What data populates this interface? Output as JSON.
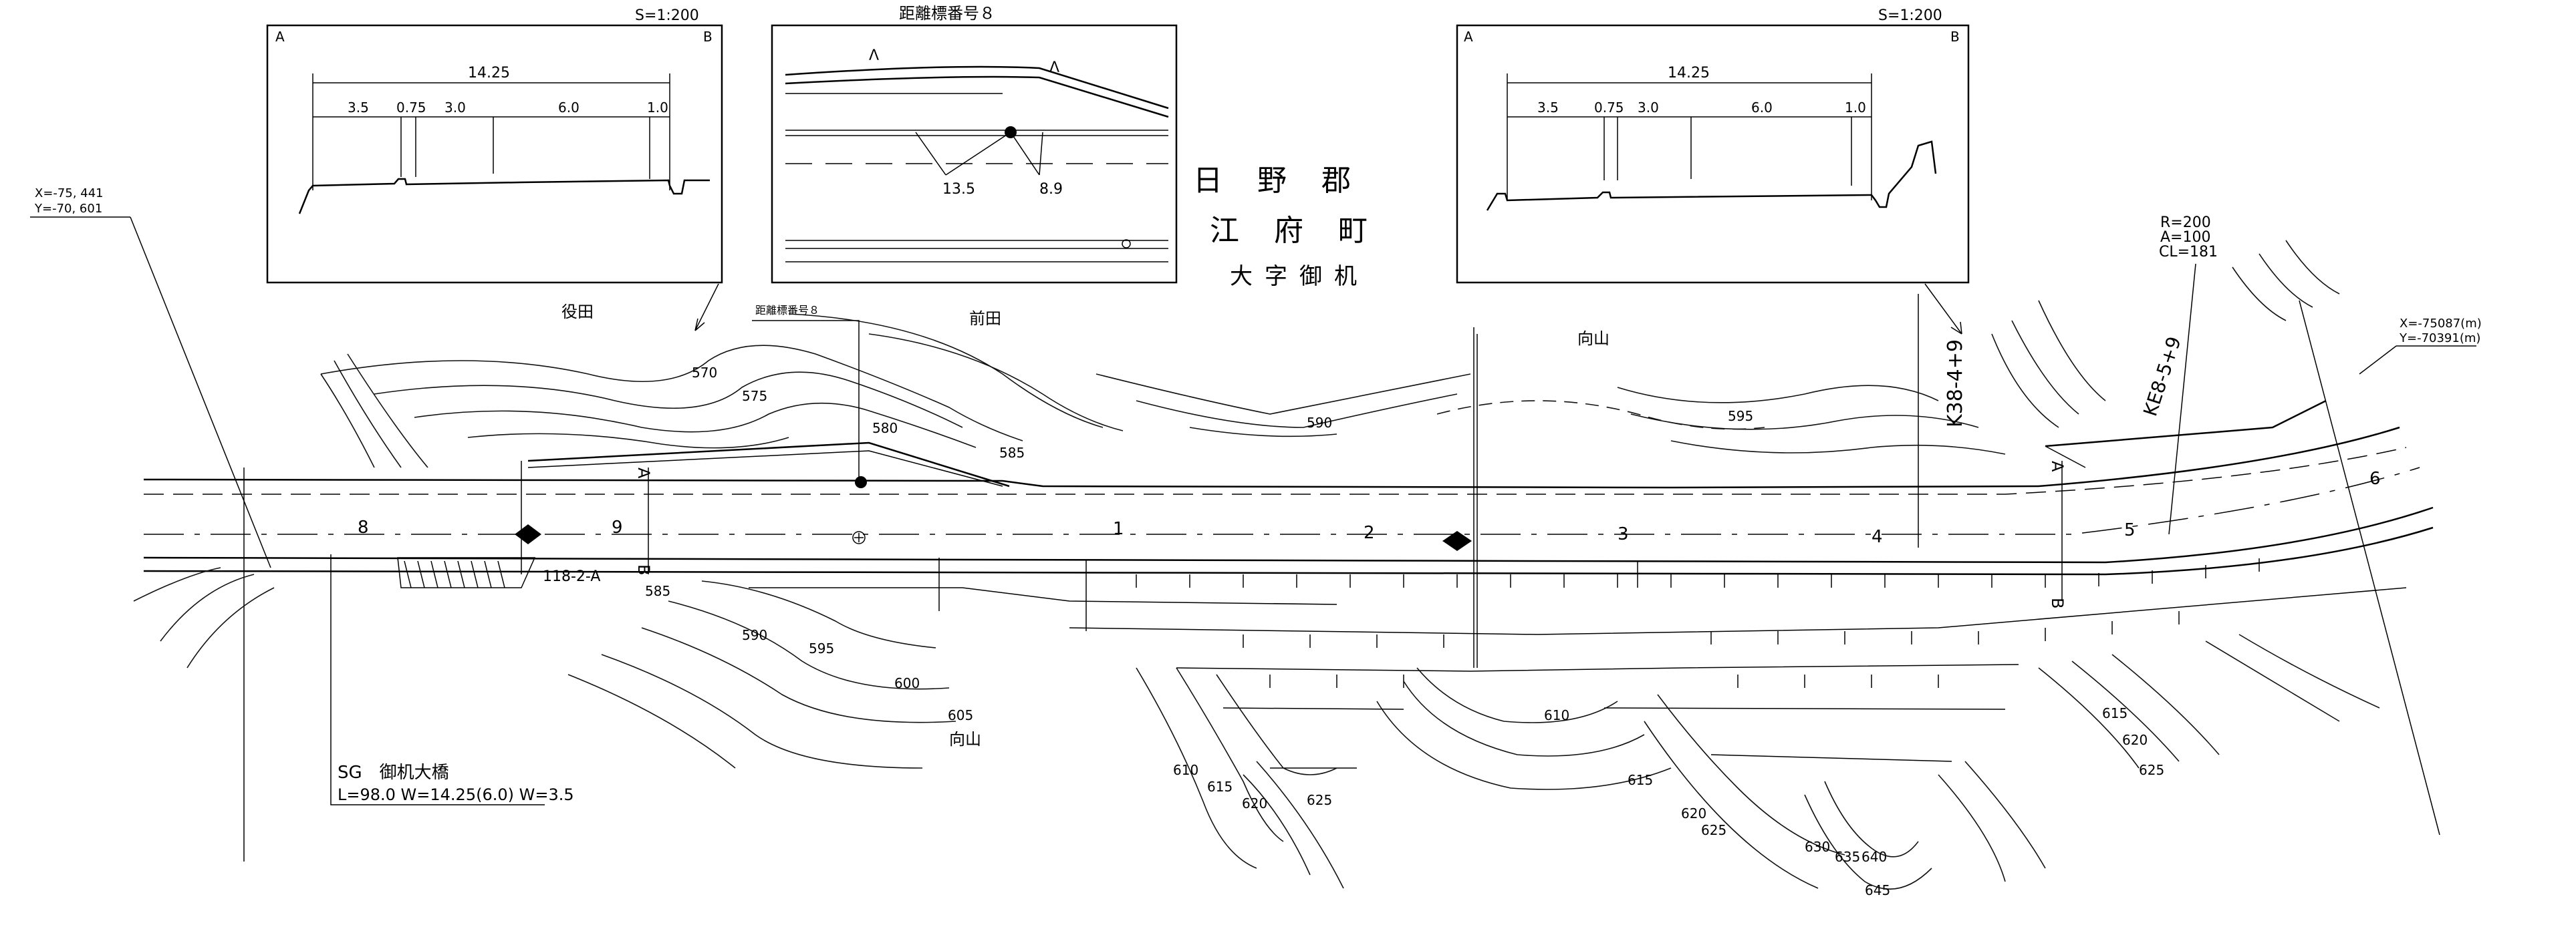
{
  "place": {
    "district": "日　野　郡",
    "town": "江　府　町",
    "aza": "大字御机"
  },
  "coords_left": {
    "x": "X=-75, 441",
    "y": "Y=-70, 601"
  },
  "coords_right": {
    "x": "X=-75087(m)",
    "y": "Y=-70391(m)"
  },
  "curve": {
    "r": "R=200",
    "a": "A=100",
    "cl": "CL=181"
  },
  "inset_left": {
    "scale": "S=1:200",
    "label_a": "A",
    "label_b": "B",
    "total_width": "14.25",
    "segments": [
      "3.5",
      "0.75",
      "3.0",
      "6.0",
      "1.0"
    ]
  },
  "inset_center": {
    "title": "距離標番号８",
    "mark_a": "Λ",
    "mark_b": "Λ",
    "dim_left": "13.5",
    "dim_right": "8.9"
  },
  "inset_right": {
    "scale": "S=1:200",
    "label_a": "A",
    "label_b": "B",
    "total_width": "14.25",
    "segments": [
      "3.5",
      "0.75",
      "3.0",
      "6.0",
      "1.0"
    ]
  },
  "places": {
    "yakuda": "役田",
    "maeda": "前田",
    "mukaiyama_top": "向山",
    "mukaiyama_bottom": "向山"
  },
  "kilo_marker_callout": "距離標番号８",
  "chainage": {
    "k38": "K38-4+9",
    "ke8": "KE8-5+9"
  },
  "stations": [
    "8",
    "9",
    "1",
    "2",
    "3",
    "4",
    "5",
    "6"
  ],
  "bench_mark": "118-2-A",
  "section_marks": {
    "a": "A",
    "b": "B"
  },
  "contour_labels": [
    "570",
    "575",
    "580",
    "585",
    "590",
    "595",
    "585",
    "590",
    "595",
    "600",
    "605",
    "610",
    "615",
    "620",
    "625",
    "610",
    "615",
    "620",
    "625",
    "630",
    "635",
    "640",
    "645",
    "615",
    "620",
    "625"
  ],
  "bridge": {
    "name": "SG　御机大橋",
    "spec": "L=98.0  W=14.25(6.0)  W=3.5"
  }
}
